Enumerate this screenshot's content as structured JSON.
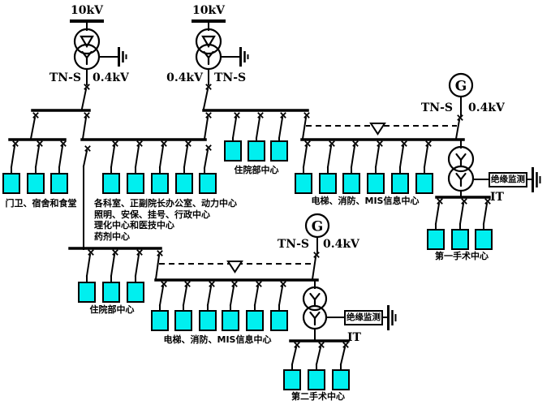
{
  "labels": {
    "hv": "10kV",
    "earthing_system": "TN-S",
    "lv": "0.4kV",
    "generator": "G",
    "it_system": "IT",
    "insulation_monitor": "绝缘监测",
    "gate": "门卫、宿舍和食堂",
    "depts1": "各科室、正副院长办公室、动力中心",
    "depts2": "照明、安保、挂号、行政中心",
    "depts3": "理化中心和医技中心",
    "depts4": "药剂中心",
    "inpatient": "住院部中心",
    "elevator_mis": "电梯、消防、MIS信息中心",
    "surgery1": "第一手术中心",
    "surgery2": "第二手术中心"
  },
  "sources": {
    "transformers": [
      {
        "hv": "10kV",
        "lv": "0.4kV",
        "system": "TN-S"
      },
      {
        "hv": "10kV",
        "lv": "0.4kV",
        "system": "TN-S"
      }
    ],
    "generators": [
      {
        "symbol": "G",
        "lv": "0.4kV",
        "system": "TN-S"
      },
      {
        "symbol": "G",
        "lv": "0.4kV",
        "system": "TN-S"
      }
    ]
  },
  "load_groups": [
    {
      "label": "门卫、宿舍和食堂",
      "loads": 3,
      "section": "upper"
    },
    {
      "label": "各科室、正副院长办公室、动力中心；照明、安保、挂号、行政中心；理化中心和医技中心；药剂中心",
      "loads": 5,
      "section": "upper"
    },
    {
      "label": "住院部中心",
      "loads": 3,
      "section": "upper"
    },
    {
      "label": "电梯、消防、MIS信息中心",
      "loads": 6,
      "section": "upper"
    },
    {
      "label": "第一手术中心",
      "loads": 3,
      "system": "IT",
      "monitor": "绝缘监测"
    },
    {
      "label": "住院部中心",
      "loads": 3,
      "section": "lower"
    },
    {
      "label": "电梯、消防、MIS信息中心",
      "loads": 6,
      "section": "lower"
    },
    {
      "label": "第二手术中心",
      "loads": 3,
      "system": "IT",
      "monitor": "绝缘监测"
    }
  ]
}
